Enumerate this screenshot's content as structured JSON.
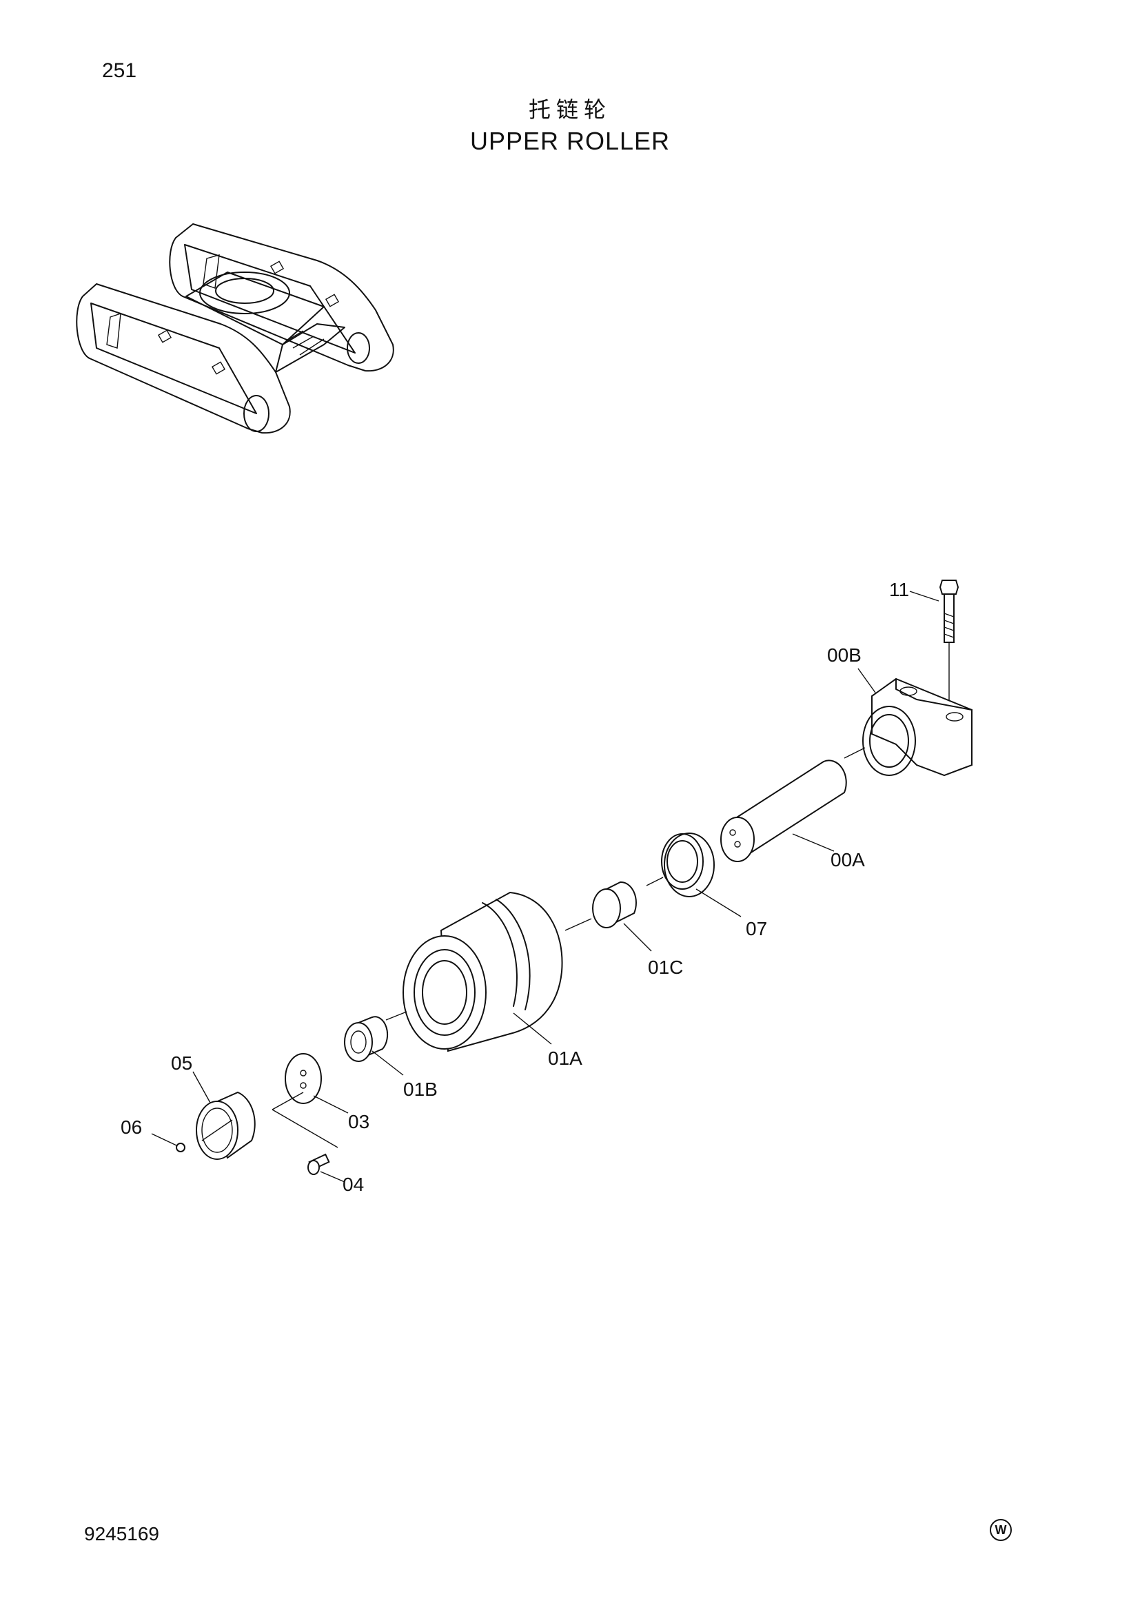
{
  "header": {
    "page_number": "251",
    "title_cn": "托链轮",
    "title_en": "UPPER ROLLER"
  },
  "footer": {
    "document_number": "9245169",
    "mark": "W"
  },
  "callouts": [
    "11",
    "00B",
    "00A",
    "07",
    "01C",
    "01A",
    "01B",
    "05",
    "03",
    "06",
    "04"
  ]
}
